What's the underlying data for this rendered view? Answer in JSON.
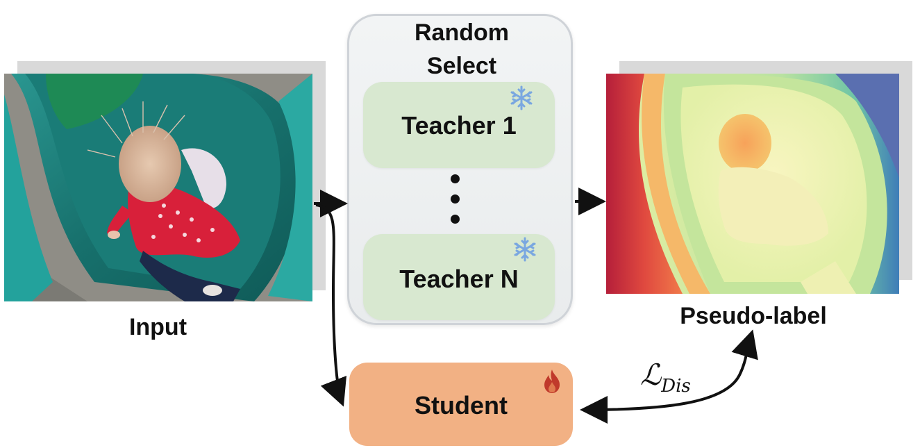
{
  "input": {
    "label": "Input"
  },
  "selector": {
    "title_line1": "Random",
    "title_line2": "Select"
  },
  "teachers": [
    {
      "label": "Teacher 1",
      "icon": "snowflake-icon"
    },
    {
      "label": "Teacher N",
      "icon": "snowflake-icon"
    }
  ],
  "output": {
    "label": "Pseudo-label"
  },
  "student": {
    "label": "Student",
    "icon": "flame-icon"
  },
  "loss": {
    "symbol": "ℒ",
    "subscript": "Dis"
  },
  "colors": {
    "slide_teal": "#1f7f7a",
    "jacket_red": "#d8203a",
    "teacher_fill": "#d8e8d0",
    "student_fill": "#f2b184",
    "panel_border": "#cfd3d8",
    "snowflake": "#7aa7e0",
    "flame": "#c0392b"
  }
}
